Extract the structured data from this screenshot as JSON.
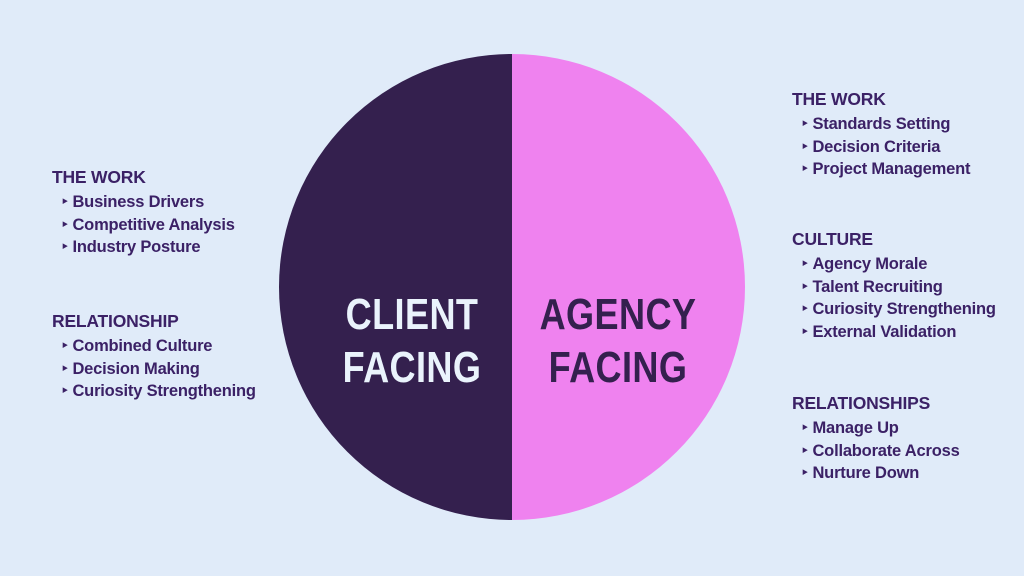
{
  "title": "Client Facing vs Agency Facing split circle",
  "bullet": "‣",
  "colors": {
    "background": "#e0ebf9",
    "client_half": "#34204e",
    "agency_half": "#ef82ef",
    "client_label_text": "#eaf3fc",
    "agency_label_text": "#34204e",
    "list_text": "#3b2166"
  },
  "circle": {
    "left_label": {
      "line1": "CLIENT",
      "line2": "FACING"
    },
    "right_label": {
      "line1": "AGENCY",
      "line2": "FACING"
    }
  },
  "left_column": {
    "sections": [
      {
        "title": "THE WORK",
        "items": [
          "Business Drivers",
          "Competitive Analysis",
          "Industry Posture"
        ]
      },
      {
        "title": "RELATIONSHIP",
        "items": [
          "Combined Culture",
          "Decision Making",
          "Curiosity Strengthening"
        ]
      }
    ]
  },
  "right_column": {
    "sections": [
      {
        "title": "THE WORK",
        "items": [
          "Standards Setting",
          "Decision Criteria",
          "Project Management"
        ]
      },
      {
        "title": "CULTURE",
        "items": [
          "Agency Morale",
          "Talent Recruiting",
          "Curiosity Strengthening",
          "External Validation"
        ]
      },
      {
        "title": "RELATIONSHIPS",
        "items": [
          "Manage Up",
          "Collaborate Across",
          "Nurture Down"
        ]
      }
    ]
  }
}
